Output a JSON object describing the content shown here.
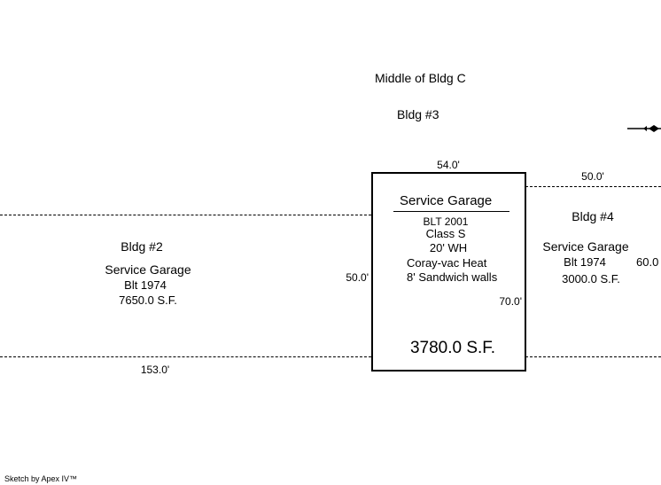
{
  "header": {
    "location": "Middle of Bldg C",
    "building": "Bldg #3"
  },
  "dimensions": {
    "top": "54.0'",
    "left_main": "50.0'",
    "right_main": "70.0'",
    "bldg4_top": "50.0'",
    "bldg4_right": "60.0",
    "bottom_left": "153.0'"
  },
  "main_building": {
    "title": "Service Garage",
    "details": [
      "BLT 2001",
      "Class S",
      "20' WH",
      "Coray-vac Heat",
      "8' Sandwich walls"
    ],
    "area": "3780.0 S.F."
  },
  "bldg2": {
    "name": "Bldg #2",
    "use": "Service Garage",
    "built": "Blt 1974",
    "area": "7650.0 S.F."
  },
  "bldg4": {
    "name": "Bldg #4",
    "use": "Service Garage",
    "built": "Blt 1974",
    "area": "3000.0 S.F."
  },
  "footer": {
    "credit": "Sketch by Apex IV™"
  },
  "icons": {
    "north_arrow": "north-arrow-icon"
  }
}
